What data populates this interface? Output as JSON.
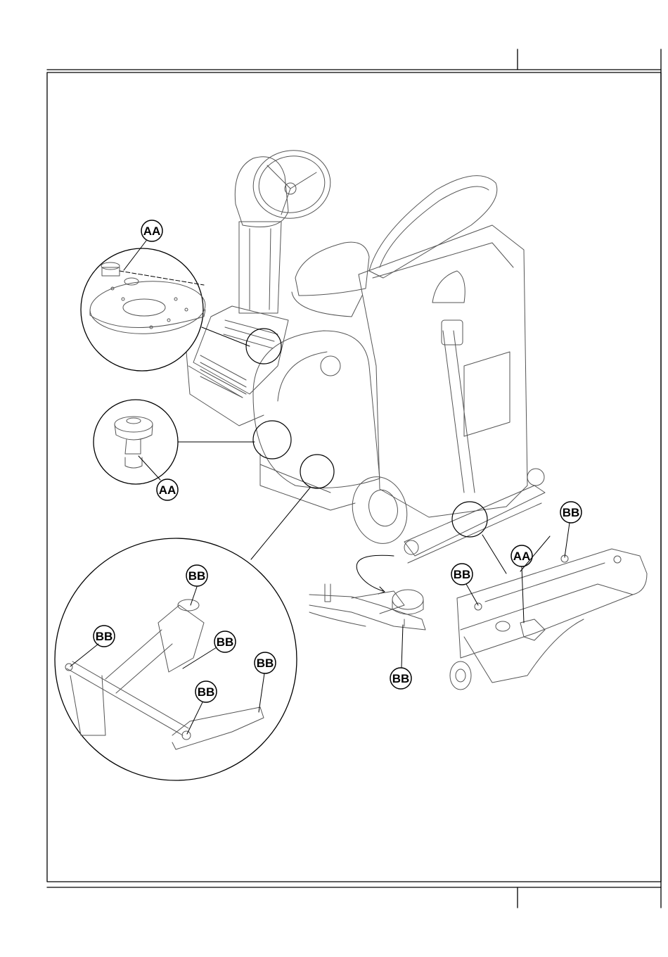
{
  "callouts": {
    "detail_plate_aa": "AA",
    "detail_knob_aa": "AA",
    "detail_linkage_bb_top": "BB",
    "detail_linkage_bb_left": "BB",
    "detail_linkage_bb_mid": "BB",
    "detail_linkage_bb_right": "BB",
    "detail_linkage_bb_bottom": "BB",
    "squeegee_arm_bb": "BB",
    "squeegee_bb_left": "BB",
    "squeegee_bb_right": "BB",
    "squeegee_aa": "AA"
  }
}
